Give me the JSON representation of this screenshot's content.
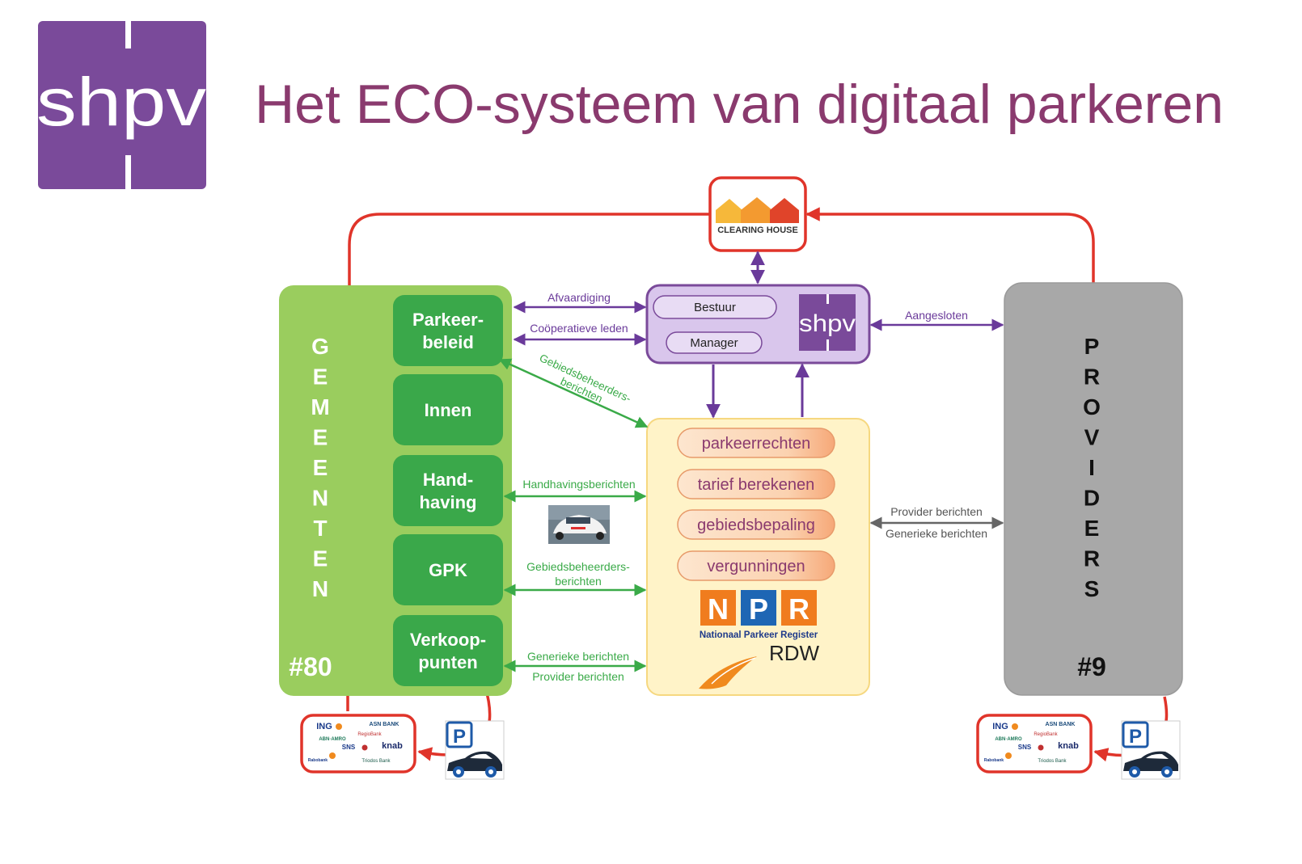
{
  "header": {
    "logo_text": "shpv",
    "title": "Het ECO-systeem van digitaal parkeren"
  },
  "clearing_house": {
    "label": "CLEARING HOUSE"
  },
  "gemeenten": {
    "vertical_label": [
      "G",
      "E",
      "M",
      "E",
      "E",
      "N",
      "T",
      "E",
      "N"
    ],
    "count": "#80",
    "boxes": [
      {
        "lines": [
          "Parkeer-",
          "beleid"
        ]
      },
      {
        "lines": [
          "Innen"
        ]
      },
      {
        "lines": [
          "Hand-",
          "having"
        ]
      },
      {
        "lines": [
          "GPK"
        ]
      },
      {
        "lines": [
          "Verkoop-",
          "punten"
        ]
      }
    ]
  },
  "shpv_box": {
    "bestuur": "Bestuur",
    "manager": "Manager",
    "logo_text": "shpv"
  },
  "providers": {
    "vertical_label": [
      "P",
      "R",
      "O",
      "V",
      "I",
      "D",
      "E",
      "R",
      "S"
    ],
    "count": "#9"
  },
  "npr_box": {
    "services": [
      "parkeerrechten",
      "tarief berekenen",
      "gebiedsbepaling",
      "vergunningen"
    ],
    "npr_letters": [
      "N",
      "P",
      "R"
    ],
    "npr_subtitle": "Nationaal Parkeer Register",
    "rdw": "RDW"
  },
  "connections": {
    "afvaardiging": "Afvaardiging",
    "cooperatieve_leden": "Coöperatieve leden",
    "gebiedsbeheerders_diag": [
      "Gebiedsbeheerders-",
      "berichten"
    ],
    "handhavingsberichten": "Handhavingsberichten",
    "gebiedsbeheerders": [
      "Gebiedsbeheerders-",
      "berichten"
    ],
    "generieke_berichten": "Generieke berichten",
    "provider_berichten": "Provider berichten",
    "aangesloten": "Aangesloten",
    "provider_berichten_right": "Provider berichten",
    "generieke_berichten_right": "Generieke berichten"
  },
  "banks": {
    "names": [
      "ING",
      "ASN BANK",
      "ABN·AMRO",
      "RegioBank",
      "SNS",
      "knab",
      "Rabobank",
      "Triodos Bank"
    ]
  },
  "parking_sign": "P",
  "colors": {
    "purple": "#7a4a9a",
    "title": "#8a3a6e",
    "green_bg": "#9acd5e",
    "green_box": "#3aa84a",
    "green_text": "#3aaa48",
    "red": "#e0342a",
    "yellow_bg": "#fff3c8",
    "gray": "#a8a8a8",
    "lavender": "#d9c6ec"
  }
}
